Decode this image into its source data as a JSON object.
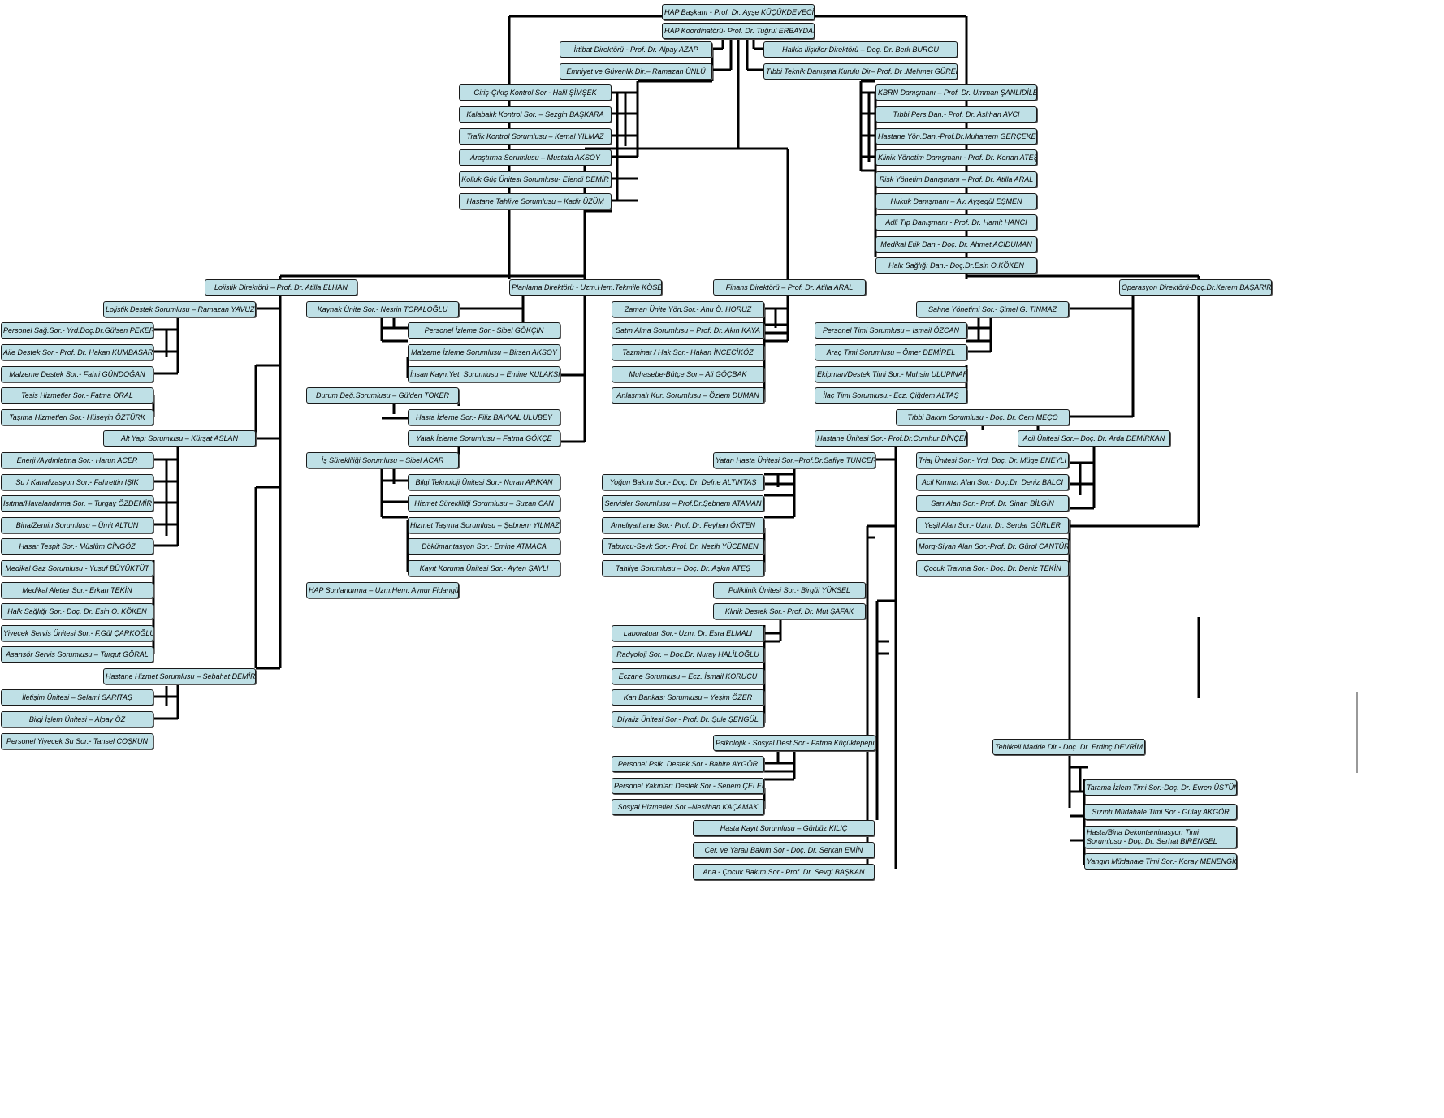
{
  "chart": {
    "boxes": {
      "n1": "HAP Başkanı - Prof. Dr. Ayşe KÜÇÜKDEVECİ",
      "n2": "HAP Koordinatörü- Prof. Dr. Tuğrul ERBAYDAR",
      "n3": "İrtibat Direktörü - Prof. Dr. Alpay AZAP",
      "n4": "Halkla İlişkiler Direktörü – Doç. Dr. Berk BURGU",
      "n5": "Emniyet ve Güvenlik Dir.– Ramazan ÜNLÜ",
      "n6": "Tıbbi Teknik Danışma Kurulu Dir– Prof. Dr .Mehmet GÜREL",
      "n7": "Giriş-Çıkış Kontrol Sor.- Halil ŞİMŞEK",
      "n8": "Kalabalık Kontrol Sor. – Sezgin BAŞKARA",
      "n9": "Trafik Kontrol Sorumlusu – Kemal YILMAZ",
      "n10": "Araştırma Sorumlusu – Mustafa AKSOY",
      "n11": "Kolluk Güç Ünitesi Sorumlusu- Efendi DEMİR",
      "n12": "Hastane Tahliye Sorumlusu – Kadir ÜZÜM",
      "n13": "KBRN Danışmanı – Prof. Dr. Umman ŞANLIDİLEK",
      "n14": "Tıbbi Pers.Dan.- Prof. Dr. Aslıhan AVCI",
      "n15": "Hastane Yön.Dan.-Prof.Dr.Muharrem GERÇEKER",
      "n16": "Klinik Yönetim Danışmanı - Prof. Dr. Kenan ATEŞ",
      "n17": "Risk Yönetim Danışmanı – Prof. Dr. Atilla ARAL",
      "n18": "Hukuk Danışmanı – Av. Ayşegül EŞMEN",
      "n19": "Adli Tıp Danışmanı - Prof. Dr. Hamit HANCI",
      "n20": "Medikal Etik Dan.- Doç. Dr. Ahmet ACIDUMAN",
      "n21": "Halk Sağlığı Dan.- Doç.Dr.Esin O.KÖKEN",
      "n22": "Lojistik Direktörü – Prof. Dr. Atilla ELHAN",
      "n23": "Planlama Direktörü - Uzm.Hem.Tekmile KÖSE",
      "n24": "Finans Direktörü – Prof. Dr. Atilla ARAL",
      "n25": "Operasyon Direktörü-Doç.Dr.Kerem BAŞARIR",
      "n26": "Lojistik Destek Sorumlusu – Ramazan YAVUZ",
      "n27": "Personel Sağ.Sor.- Yrd.Doç.Dr.Gülsen PEKER",
      "n28": "Aile Destek Sor.- Prof. Dr. Hakan KUMBASAR",
      "n29": "Malzeme Destek Sor.- Fahri GÜNDOĞAN",
      "n30": "Tesis Hizmetler Sor.- Fatma ORAL",
      "n31": "Taşıma Hizmetleri Sor.- Hüseyin ÖZTÜRK",
      "n32": "Alt Yapı Sorumlusu – Kürşat ASLAN",
      "n33": "Enerji /Aydınlatma Sor.- Harun ACER",
      "n34": "Su / Kanalizasyon Sor.- Fahrettin IŞIK",
      "n35": "Isıtma/Havalandırma Sor. – Turgay ÖZDEMİR",
      "n36": "Bina/Zemin Sorumlusu – Ümit ALTUN",
      "n37": "Hasar Tespit Sor.- Müslüm CİNGÖZ",
      "n38": "Medikal Gaz Sorumlusu - Yusuf BÜYÜKTÜT",
      "n39": "Medikal Aletler Sor.- Erkan TEKİN",
      "n40": "Halk Sağlığı Sor.- Doç. Dr. Esin O. KÖKEN",
      "n41": "Yiyecek Servis Ünitesi Sor.- F.Gül ÇARKOĞLU",
      "n42": "Asansör Servis Sorumlusu – Turgut GÖRAL",
      "n43": "Hastane Hizmet Sorumlusu – Sebahat DEMİR",
      "n44": "İletişim Ünitesi – Selami SARITAŞ",
      "n45": "Bilgi İşlem Ünitesi – Alpay ÖZ",
      "n46": "Personel Yiyecek Su Sor.- Tansel COŞKUN",
      "n47": "Kaynak Ünite Sor.- Nesrin TOPALOĞLU",
      "n48": "Personel İzleme Sor.- Sibel GÖKÇİN",
      "n49": "Malzeme İzleme Sorumlusu – Birsen AKSOY",
      "n50": "İnsan Kayn.Yet. Sorumlusu – Emine KULAKSIZ",
      "n51": "Durum Değ.Sorumlusu – Gülden TOKER",
      "n52": "Hasta İzleme Sor.- Filiz BAYKAL ULUBEY",
      "n53": "Yatak İzleme Sorumlusu – Fatma GÖKÇE",
      "n54": "İş Sürekliliği Sorumlusu – Sibel ACAR",
      "n55": "Bilgi Teknoloji Ünitesi Sor.- Nuran ARIKAN",
      "n56": "Hizmet Sürekliliği Sorumlusu – Suzan CAN",
      "n57": "Hizmet Taşıma Sorumlusu – Şebnem YILMAZ",
      "n58": "Dökümantasyon Sor.- Emine ATMACA",
      "n59": "Kayıt Koruma Ünitesi Sor.- Ayten ŞAYLI",
      "n60": "HAP Sonlandırma – Uzm.Hem. Aynur Fidangül",
      "n61": "Zaman Ünite Yön.Sor.- Ahu Ö. HORUZ",
      "n62": "Satın Alma Sorumlusu – Prof. Dr. Akın KAYA",
      "n63": "Tazminat / Hak Sor.- Hakan İNCECİKÖZ",
      "n64": "Muhasebe-Bütçe Sor.– Ali GÖÇBAK",
      "n65": "Anlaşmalı Kur. Sorumlusu – Özlem DUMAN",
      "n66": "Sahne Yönetimi Sor.- Şimel G. TINMAZ",
      "n67": "Personel Timi Sorumlusu – İsmail ÖZCAN",
      "n68": "Araç Timi Sorumlusu – Ömer DEMİREL",
      "n69": "Ekipman/Destek Timi Sor.- Muhsin ULUPINAR",
      "n70": "İlaç Timi Sorumlusu.- Ecz. Çiğdem ALTAŞ",
      "n71": "Tıbbi Bakım Sorumlusu - Doç. Dr. Cem MEÇO",
      "n72": "Hastane Ünitesi Sor.- Prof.Dr.Cumhur DİNÇER",
      "n73": "Acil Ünitesi Sor.– Doç. Dr. Arda DEMİRKAN",
      "n74": "Yatan Hasta Ünitesi Sor.–Prof.Dr.Safiye TUNCER",
      "n75": "Yoğun Bakım Sor.- Doç. Dr. Defne ALTINTAŞ",
      "n76": "Servisler Sorumlusu – Prof.Dr.Şebnem ATAMAN",
      "n77": "Ameliyathane Sor.- Prof. Dr. Feyhan ÖKTEN",
      "n78": "Taburcu-Sevk Sor.- Prof. Dr. Nezih YÜCEMEN",
      "n79": "Tahliye Sorumlusu – Doç. Dr. Aşkın ATEŞ",
      "n80": "Triaj Ünitesi Sor.- Yrd. Doç. Dr. Müge ENEYLİ",
      "n81": "Acil Kırmızı Alan Sor.- Doç.Dr. Deniz BALCI",
      "n82": "Sarı Alan Sor.- Prof. Dr. Sinan BİLGİN",
      "n83": "Yeşil Alan Sor.- Uzm. Dr. Serdar GÜRLER",
      "n84": "Morg-Siyah Alan Sor.-Prof. Dr. Gürol CANTÜRK",
      "n85": "Çocuk Travma Sor.- Doç. Dr. Deniz TEKİN",
      "n86": "Poliklinik Ünitesi Sor.- Birgül YÜKSEL",
      "n87": "Klinik Destek Sor.- Prof. Dr. Mut ŞAFAK",
      "n88": "Laboratuar Sor.- Uzm. Dr. Esra ELMALI",
      "n89": "Radyoloji Sor. – Doç.Dr. Nuray HALİLOĞLU",
      "n90": "Eczane Sorumlusu – Ecz. İsmail KORUCU",
      "n91": "Kan Bankası Sorumlusu – Yeşim ÖZER",
      "n92": "Diyaliz Ünitesi Sor.- Prof. Dr. Şule ŞENGÜL",
      "n93": "Psikolojik - Sosyal Dest.Sor.- Fatma Küçüktepepınar",
      "n94": "Personel Psik. Destek Sor.- Bahire AYGÖR",
      "n95": "Personel Yakınları Destek Sor.- Senem ÇELEM",
      "n96": "Sosyal Hizmetler Sor.–Neslihan KAÇAMAK",
      "n97": "Hasta Kayıt Sorumlusu – Gürbüz KILIÇ",
      "n98": "Cer. ve Yaralı Bakım Sor.- Doç. Dr. Serkan EMİN",
      "n99": "Ana - Çocuk Bakım Sor.- Prof. Dr. Sevgi BAŞKAN",
      "n100": "Tehlikeli Madde Dir.- Doç. Dr. Erdinç DEVRİM",
      "n101": "Tarama İzlem Timi Sor.-Doç. Dr. Evren ÜSTÜNER",
      "n102": "Sızıntı Müdahale Timi Sor.- Gülay AKGÖR",
      "n103": "Hasta/Bina Dekontaminasyon Timi Sorumlusu - Doç. Dr. Serhat BİRENGEL",
      "n104": "Yangın Müdahale Timi Sor.- Koray MENENGİÇ"
    },
    "box_color": "#bfe0e6",
    "border_color": "#1a1a1a",
    "line_color": "#000000"
  }
}
